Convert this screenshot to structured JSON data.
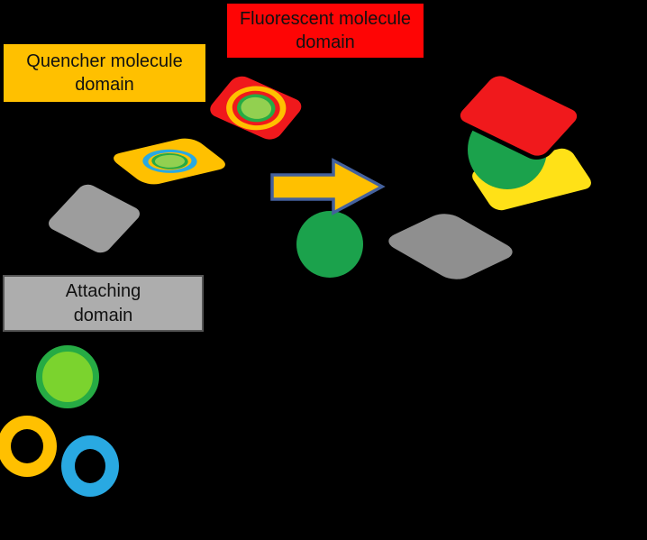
{
  "palette": {
    "background": "#000000",
    "red": "#FE0505",
    "tile_red": "#F0191C",
    "amber": "#FFC000",
    "yellow": "#FFE117",
    "gray_label": "#ADADAD",
    "gray_tile": "#9D9D9D",
    "gray_flat": "#8F8F8F",
    "green": "#1BA24C",
    "green_border": "#26AB44",
    "light_green": "#92D050",
    "yellow_green": "#7BD32E",
    "blue": "#29A9E2",
    "arrow_border": "#44619D"
  },
  "labels": {
    "fluorescent": {
      "text": "Fluorescent molecule\ndomain"
    },
    "quencher": {
      "text": "Quencher molecule\ndomain"
    },
    "attaching": {
      "text": "Attaching\ndomain"
    }
  },
  "shapes": {
    "left_stack": [
      "fluorescent-tile",
      "quencher-tile",
      "attaching-tile"
    ],
    "arrow": "assembly-arrow",
    "molecules": [
      "green-molecule",
      "attaching-molecule",
      "yellow-ring-molecule",
      "blue-ring-molecule"
    ],
    "right_stack": [
      "fluorescent-layer",
      "green-molecule-core",
      "quencher-layer",
      "attaching-layer"
    ]
  }
}
